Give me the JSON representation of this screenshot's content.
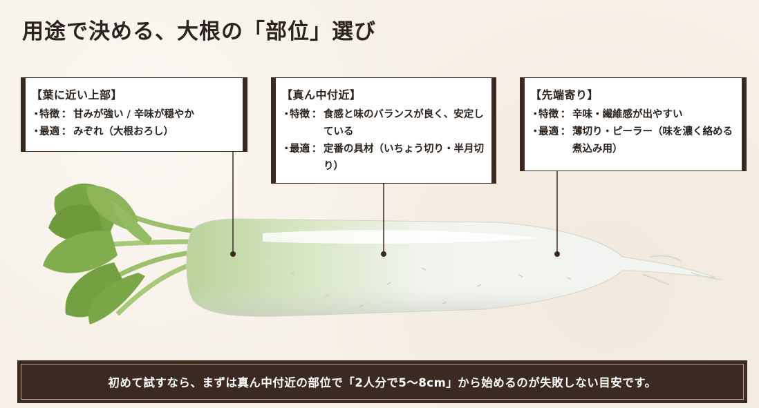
{
  "title": "用途で決める、大根の「部位」選び",
  "parts": [
    {
      "heading": "【葉に近い上部】",
      "feature_label": "特徴",
      "feature": "甘みが強い / 辛味が穏やか",
      "use_label": "最適",
      "use": "みぞれ（大根おろし）"
    },
    {
      "heading": "【真ん中付近】",
      "feature_label": "特徴",
      "feature": "食感と味のバランスが良く、安定している",
      "use_label": "最適",
      "use": "定番の具材（いちょう切り・半月切り）"
    },
    {
      "heading": "【先端寄り】",
      "feature_label": "特徴",
      "feature": "辛味・繊維感が出やすい",
      "use_label": "最適",
      "use": "薄切り・ピーラー（味を濃く絡める煮込み用）"
    }
  ],
  "footer": "初めて試すなら、まずは真ん中付近の部位で「2人分で5～8cm」から始めるのが失敗しない目安です。",
  "colors": {
    "dark_brown": "#3a2a22",
    "radish_green": "#c9ddb0",
    "radish_white": "#f3f5f2",
    "leaf_green": "#6f9a3e"
  }
}
